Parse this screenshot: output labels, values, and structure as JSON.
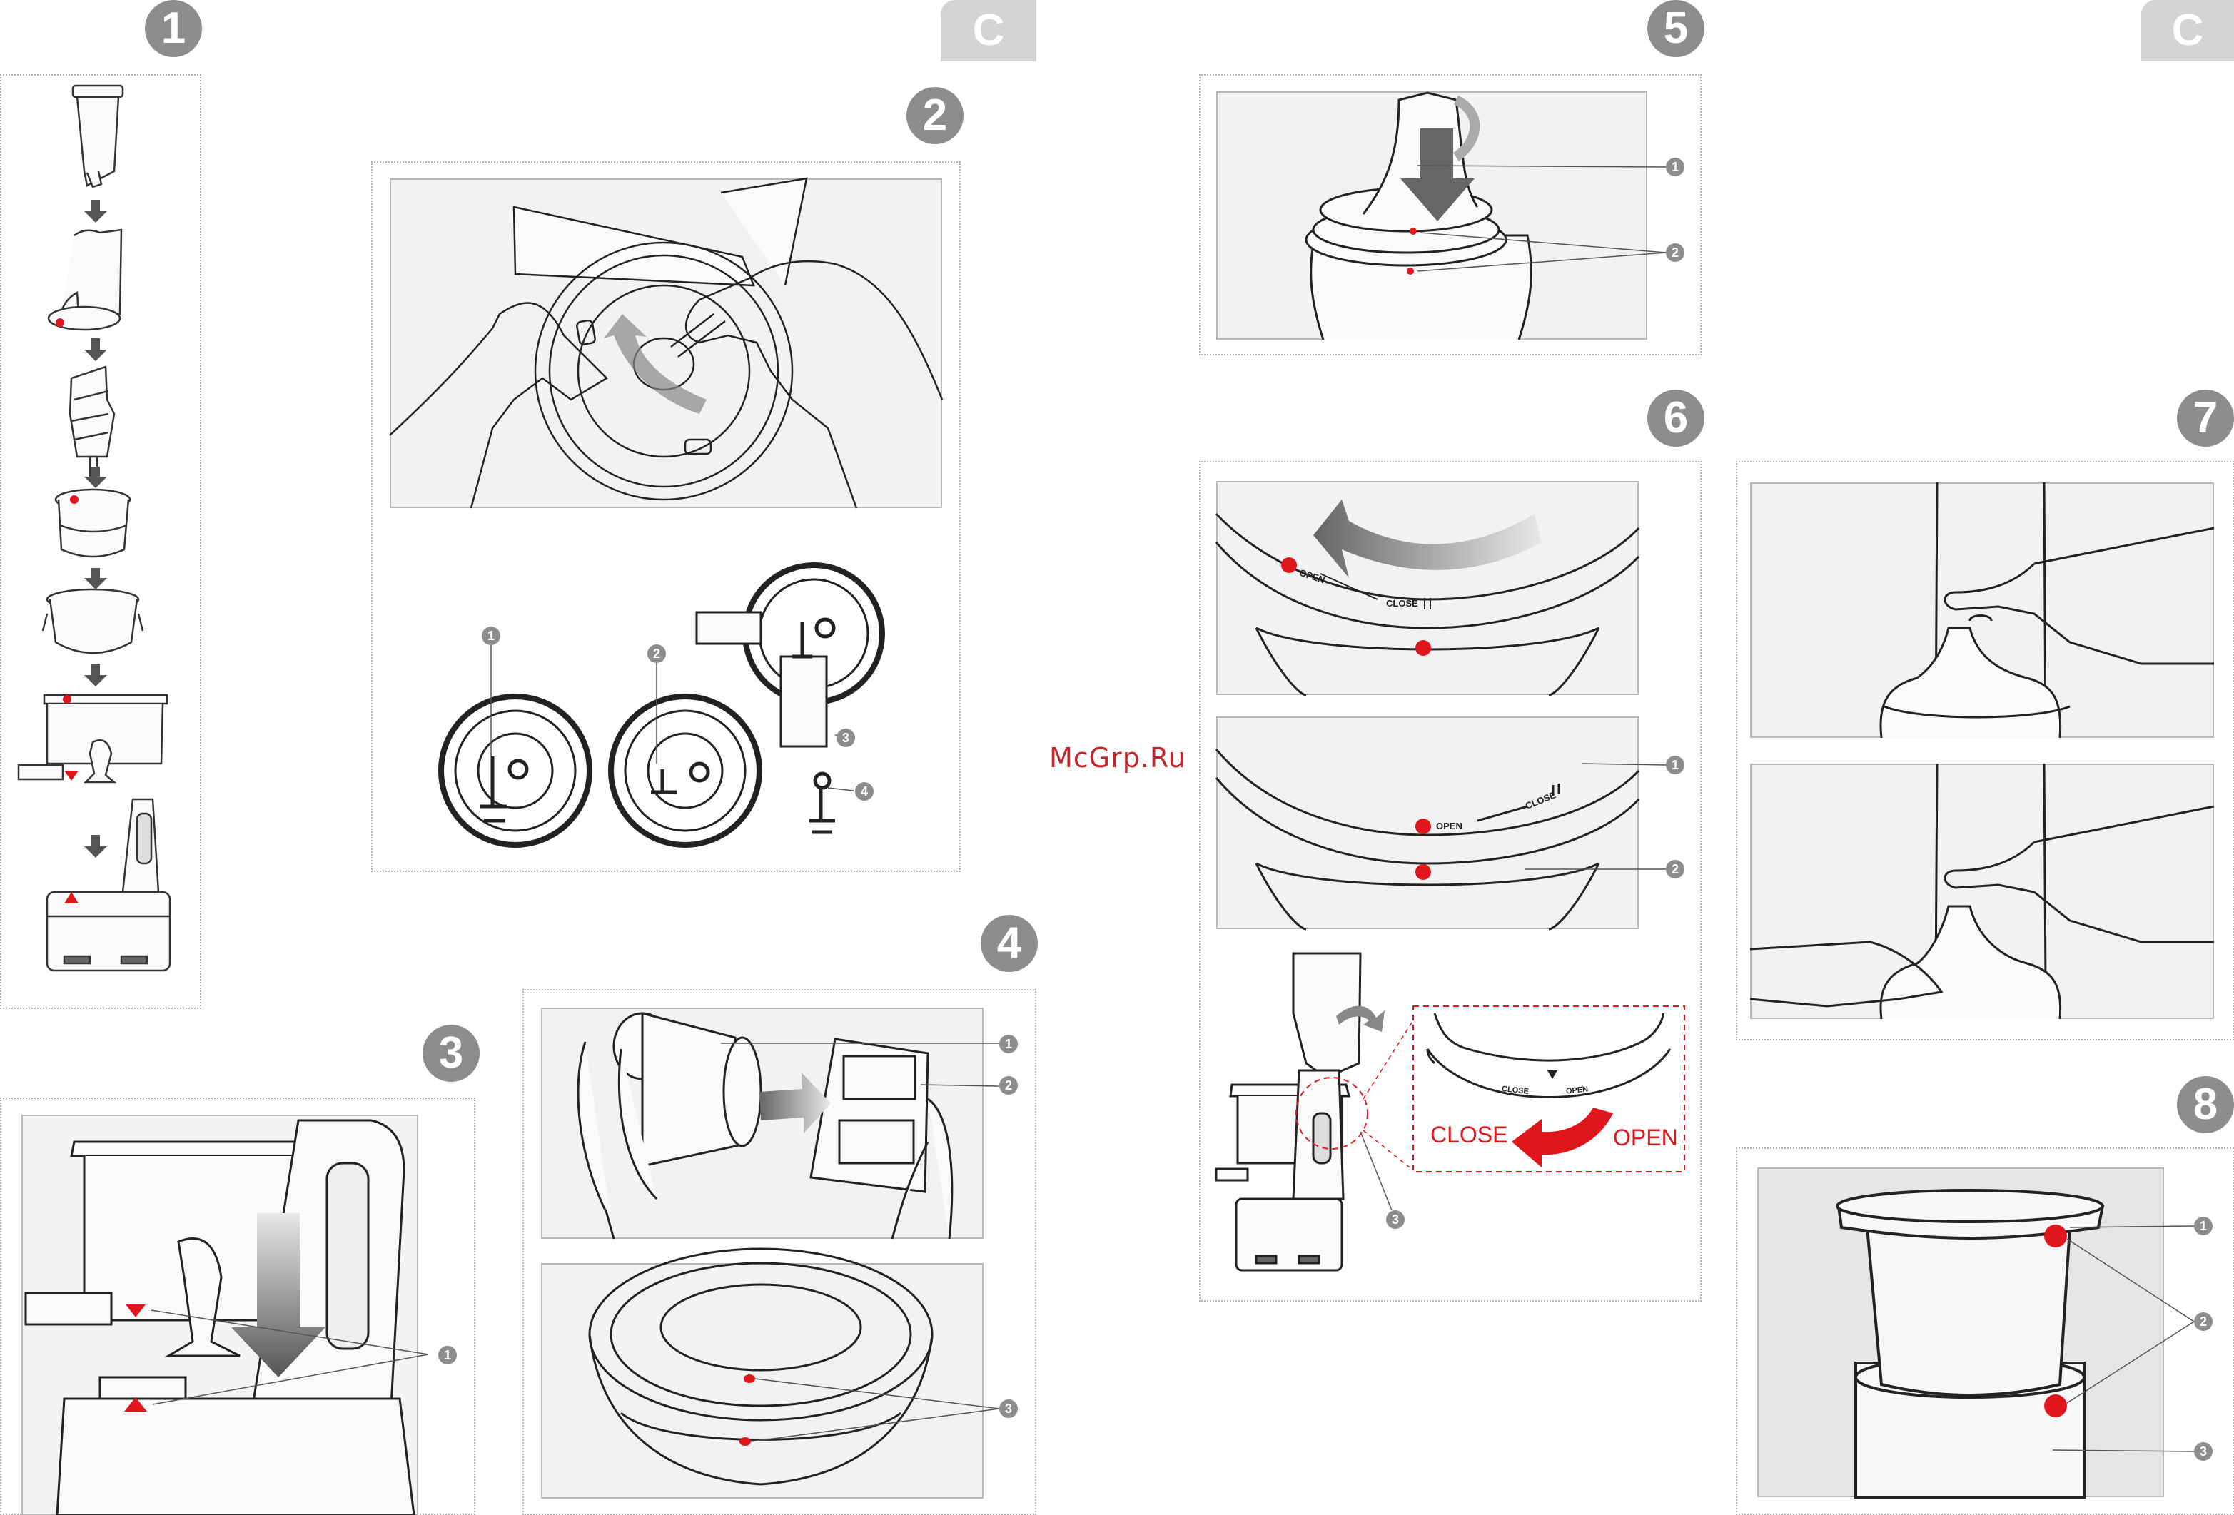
{
  "header": {
    "tab_left": "C",
    "tab_right": "C"
  },
  "steps": {
    "s1": "1",
    "s2": "2",
    "s3": "3",
    "s4": "4",
    "s5": "5",
    "s6": "6",
    "s7": "7",
    "s8": "8"
  },
  "callouts": {
    "c1": "1",
    "c2": "2",
    "c3": "3",
    "c4": "4"
  },
  "step6": {
    "open_small": "OPEN",
    "close_small": "CLOSE",
    "close_label": "CLOSE",
    "open_label": "OPEN"
  },
  "watermark": "McGrp.Ru",
  "colors": {
    "accent_red": "#e0161c",
    "badge_gray": "#8d8d8d",
    "tab_gray": "#d4d4d4"
  }
}
